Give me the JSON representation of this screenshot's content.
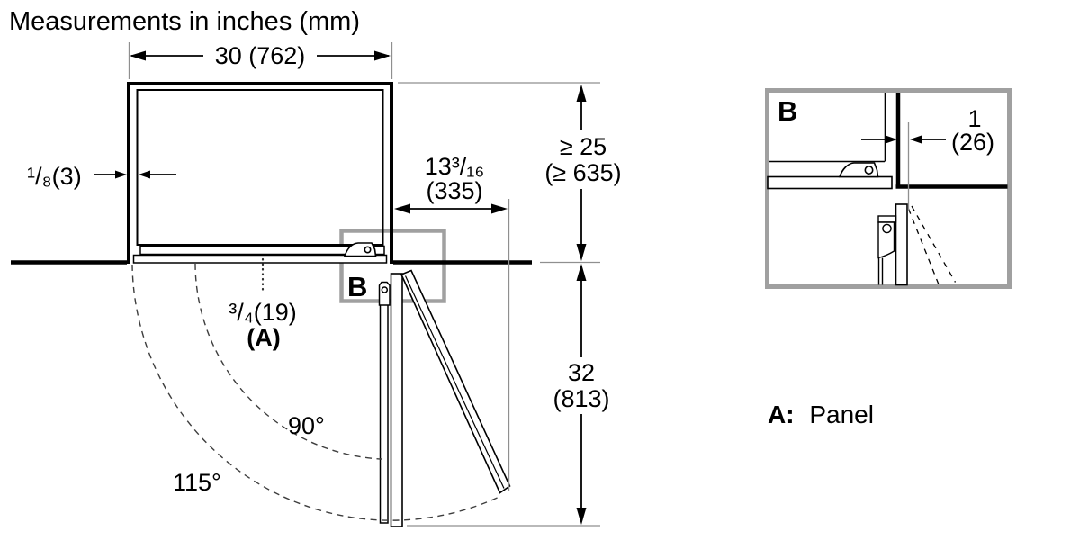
{
  "title": "Measurements in inches (mm)",
  "colors": {
    "line": "#000000",
    "callout_box": "#a0a0a0",
    "extension_line": "#8f8f8f",
    "background": "#ffffff"
  },
  "main_view": {
    "dim_width": "30 (762)",
    "dim_side_gap": "¹/₈(3)",
    "dim_depth_line1": "≥ 25",
    "dim_depth_line2": "(≥ 635)",
    "dim_projection_line1": "13³/₁₆",
    "dim_projection_line2": "(335)",
    "dim_door_height_line1": "32",
    "dim_door_height_line2": "(813)",
    "dim_panel_thickness": "³/₄(19)",
    "dim_panel_ref": "(A)",
    "angle_90": "90°",
    "angle_115": "115°",
    "detail_marker": "B"
  },
  "detail_view": {
    "label": "B",
    "dim_reveal_line1": "1",
    "dim_reveal_line2": "(26)"
  },
  "legend": {
    "key": "A:",
    "value": "Panel"
  }
}
